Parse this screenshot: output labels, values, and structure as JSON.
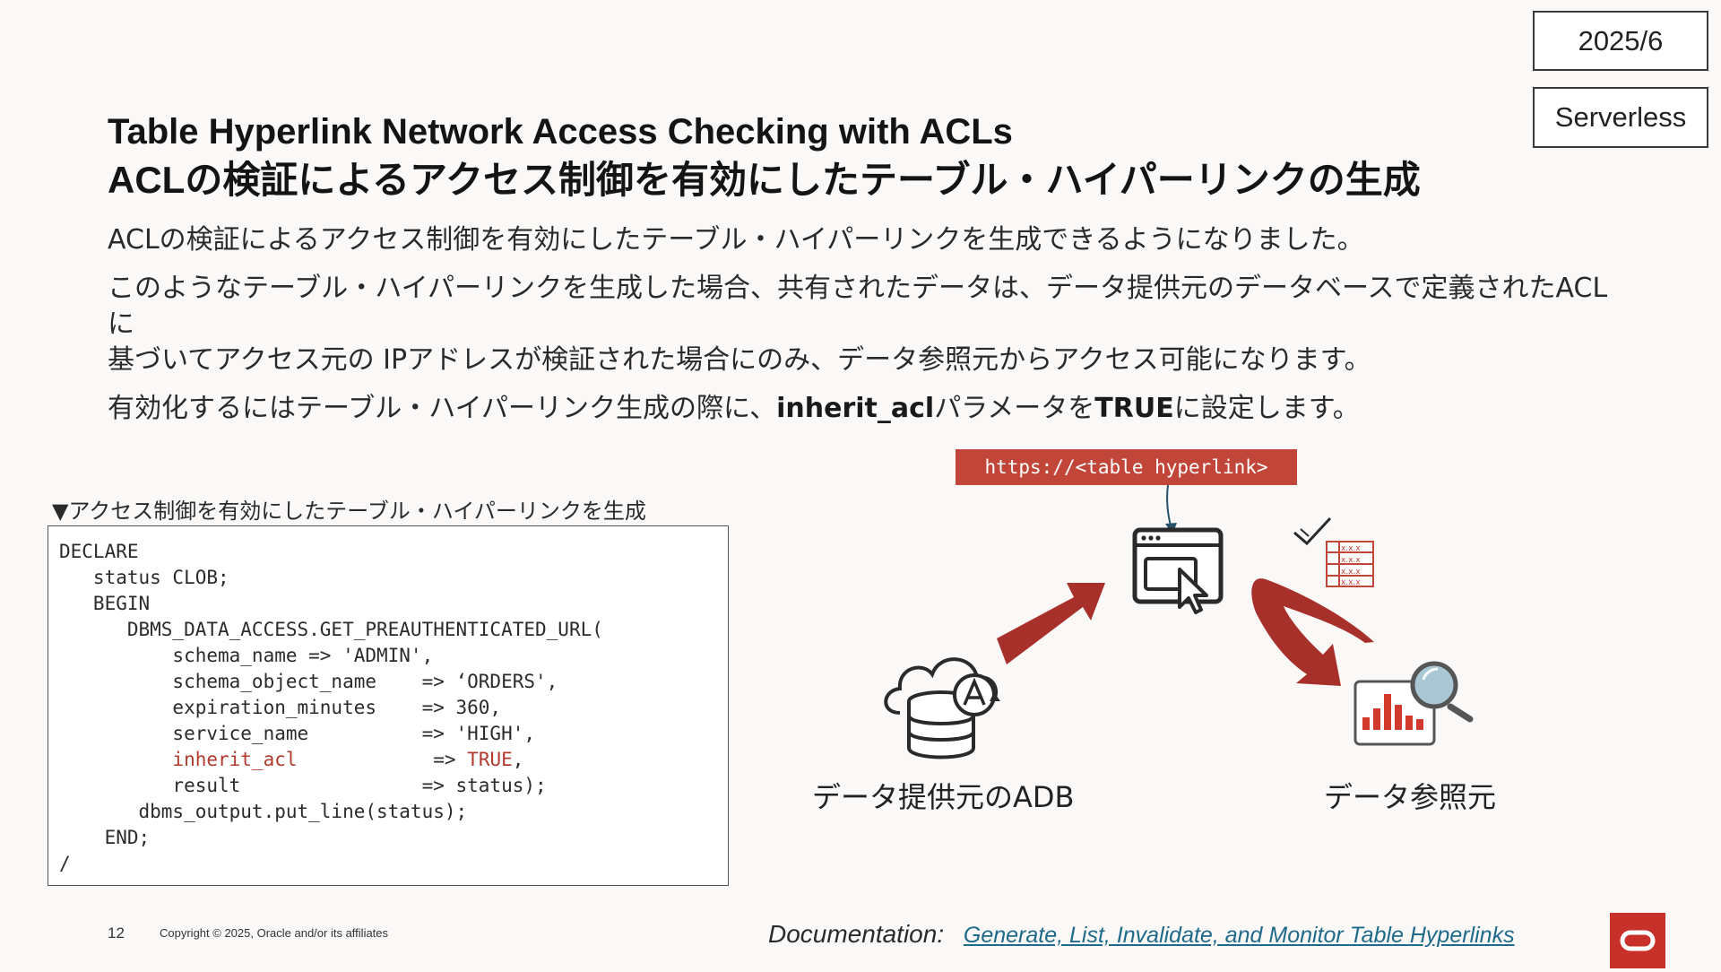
{
  "tags": {
    "date": "2025/6",
    "service": "Serverless"
  },
  "title": {
    "line1": "Table Hyperlink Network Access Checking with ACLs",
    "line2": "ACLの検証によるアクセス制御を有効にしたテーブル・ハイパーリンクの生成"
  },
  "body": {
    "p1": "ACLの検証によるアクセス制御を有効にしたテーブル・ハイパーリンクを生成できるようになりました。",
    "p2a": "このようなテーブル・ハイパーリンクを生成した場合、共有されたデータは、データ提供元のデータベースで定義されたACLに",
    "p2b": "基づいてアクセス元の IPアドレスが検証された場合にのみ、データ参照元からアクセス可能になります。",
    "p3_pre": "有効化するにはテーブル・ハイパーリンク生成の際に、",
    "p3_param": "inherit_acl",
    "p3_mid": "パラメータを",
    "p3_value": "TRUE",
    "p3_post": "に設定します。"
  },
  "code": {
    "caption": "▼アクセス制御を有効にしたテーブル・ハイパーリンクを生成",
    "l01": "DECLARE",
    "l02": "   status CLOB;",
    "l03": "   BEGIN",
    "l04": "      DBMS_DATA_ACCESS.GET_PREAUTHENTICATED_URL(",
    "l05": "          schema_name => 'ADMIN',",
    "l06": "          schema_object_name    => ‘ORDERS',",
    "l07": "          expiration_minutes    => 360,",
    "l08": "          service_name          => 'HIGH',",
    "l09_param": "          inherit_acl",
    "l09_arrow": "            => ",
    "l09_value": "TRUE",
    "l09_end": ",",
    "l10": "          result                => status);",
    "l11": "       dbms_output.put_line(status);",
    "l12": "    END;",
    "l13": "/"
  },
  "diagram": {
    "url_banner": "https://<table hyperlink>",
    "provider_label": "データ提供元のADB",
    "consumer_label": "データ参照元",
    "table_cell_text": "x.x.x",
    "icons": [
      "browser-cursor-icon",
      "cloud-database-icon",
      "chart-magnifier-icon",
      "checkmark-icon",
      "table-icon"
    ],
    "accent_color": "#c14538",
    "arrow_color": "#a8302b"
  },
  "footer": {
    "page_number": "12",
    "copyright": "Copyright © 2025, Oracle and/or its affiliates",
    "doc_label": "Documentation:",
    "doc_link": "Generate, List, Invalidate, and Monitor Table Hyperlinks"
  }
}
